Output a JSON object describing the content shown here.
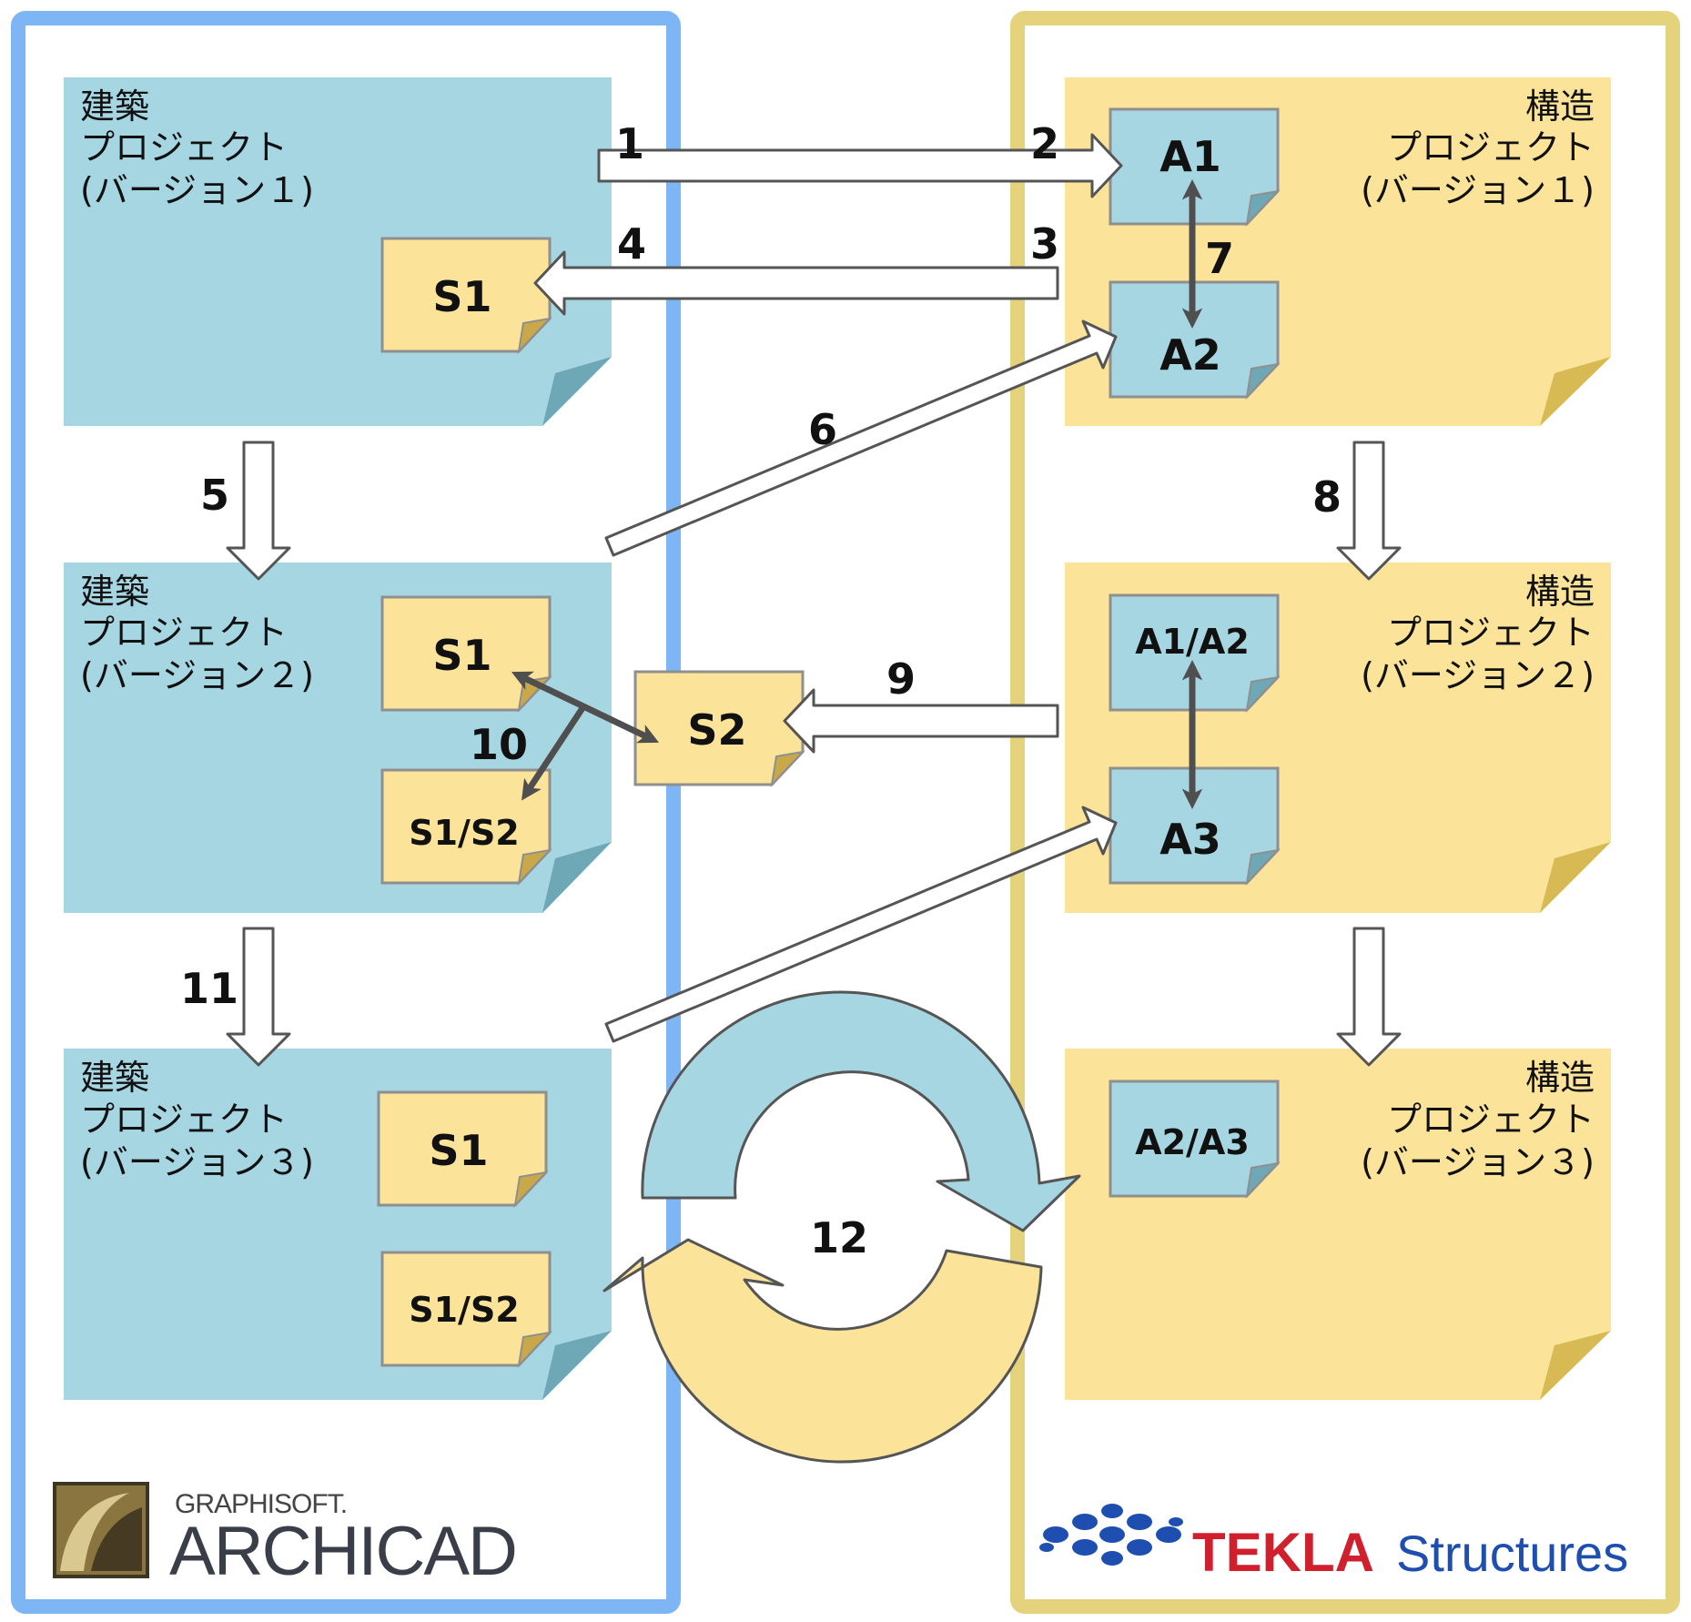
{
  "colors": {
    "archicad_frame": "#7db5f5",
    "tekla_frame": "#e5d27d",
    "arch_note": "#a7d6e3",
    "arch_note_fold": "#6ea8b6",
    "struct_note": "#fbe39a",
    "struct_note_fold": "#d8ba55",
    "dark_arrow": "#4f4f4f"
  },
  "architecture": {
    "projects": [
      {
        "line1": "建築",
        "line2": "プロジェクト",
        "line3": "(バージョン１)"
      },
      {
        "line1": "建築",
        "line2": "プロジェクト",
        "line3": "(バージョン２)"
      },
      {
        "line1": "建築",
        "line2": "プロジェクト",
        "line3": "(バージョン３)"
      }
    ],
    "notes": {
      "v1_s1": "S1",
      "v2_s1": "S1",
      "v2_s1s2": "S1/S2",
      "v3_s1": "S1",
      "v3_s1s2": "S1/S2"
    },
    "floating_note": "S2"
  },
  "structure": {
    "projects": [
      {
        "line1": "構造",
        "line2": "プロジェクト",
        "line3": "(バージョン１)"
      },
      {
        "line1": "構造",
        "line2": "プロジェクト",
        "line3": "(バージョン２)"
      },
      {
        "line1": "構造",
        "line2": "プロジェクト",
        "line3": "(バージョン３)"
      }
    ],
    "notes": {
      "v1_a1": "A1",
      "v1_a2": "A2",
      "v2_a1a2": "A1/A2",
      "v2_a3": "A3",
      "v3_a2a3": "A2/A3"
    }
  },
  "steps": [
    "1",
    "2",
    "3",
    "4",
    "5",
    "6",
    "7",
    "8",
    "9",
    "10",
    "11",
    "12"
  ],
  "logos": {
    "graphisoft": "GRAPHISOFT.",
    "archicad": "ARCHICAD",
    "tekla": "TEKLA",
    "structures": "Structures"
  }
}
